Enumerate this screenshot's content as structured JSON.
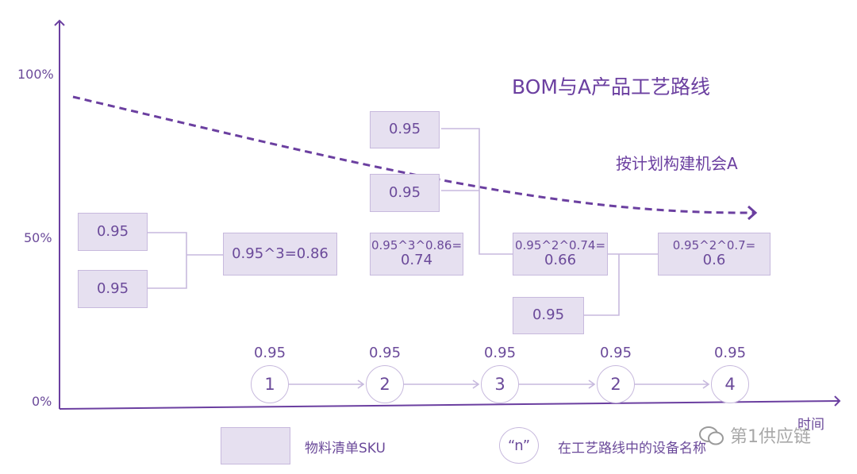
{
  "title": "BOM与A产品工艺路线",
  "subtitle": "按计划构建机会A",
  "y_axis": {
    "labels": [
      "100%",
      "50%",
      "0%"
    ]
  },
  "x_axis": {
    "label": "时间"
  },
  "boxes": {
    "b1": "0.95",
    "b2": "0.95",
    "b3": "0.95^3=0.86",
    "b4": "0.95",
    "b5": "0.95",
    "b6_line1": "0.95^3^0.86=",
    "b6_line2": "0.74",
    "b7_line1": "0.95^2^0.74=",
    "b7_line2": "0.66",
    "b8": "0.95",
    "b9_line1": "0.95^2^0.7=",
    "b9_line2": "0.6"
  },
  "nodes": [
    {
      "label": "1",
      "value": "0.95"
    },
    {
      "label": "2",
      "value": "0.95"
    },
    {
      "label": "3",
      "value": "0.95"
    },
    {
      "label": "2",
      "value": "0.95"
    },
    {
      "label": "4",
      "value": "0.95"
    }
  ],
  "legend": {
    "box_label": "物料清单SKU",
    "circle_symbol": "“n”",
    "circle_label": "在工艺路线中的设备名称"
  },
  "watermark": "第1供应链",
  "colors": {
    "accent": "#6b3fa0",
    "box_fill": "#e6e0f0",
    "box_border": "#c7b9dd",
    "connector": "#c7b9dd"
  }
}
